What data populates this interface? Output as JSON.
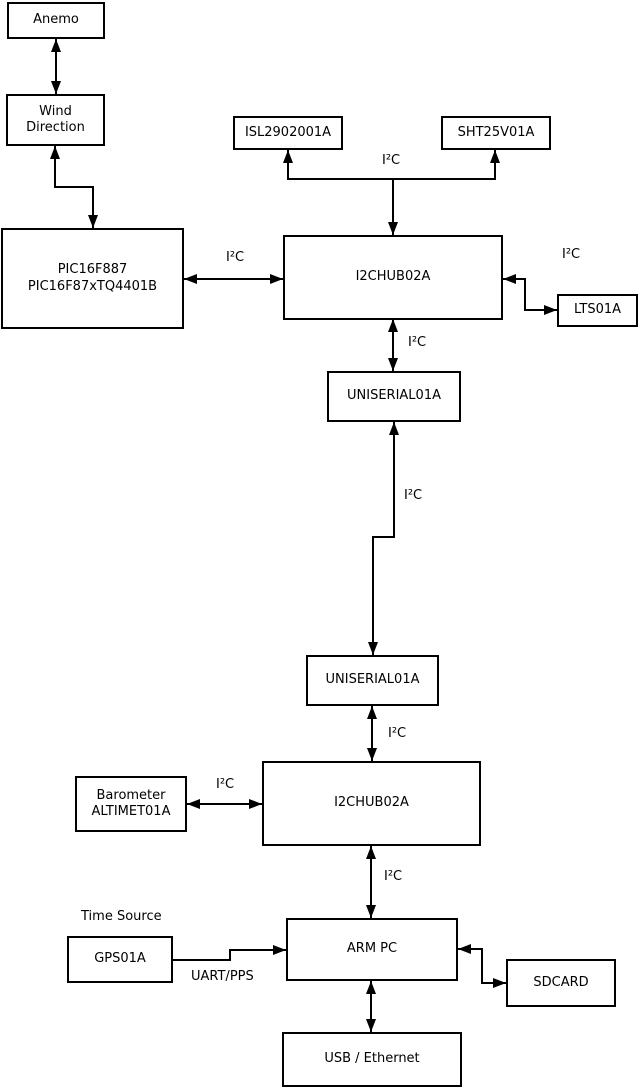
{
  "diagram": {
    "description": "Weather station hardware block diagram",
    "colors": {
      "background": "#ffffff",
      "box_fill": "#ffffff",
      "line": "#000000",
      "text": "#000000"
    }
  },
  "nodes": {
    "anemo": {
      "label": "Anemo"
    },
    "wind_direction": {
      "label": "Wind\nDirection"
    },
    "pic": {
      "label": "PIC16F887\nPIC16F87xTQ4401B"
    },
    "isl": {
      "label": "ISL2902001A"
    },
    "sht": {
      "label": "SHT25V01A"
    },
    "hub1": {
      "label": "I2CHUB02A"
    },
    "lts": {
      "label": "LTS01A"
    },
    "uniserial1": {
      "label": "UNISERIAL01A"
    },
    "uniserial2": {
      "label": "UNISERIAL01A"
    },
    "barometer": {
      "label": "Barometer\nALTIMET01A"
    },
    "hub2": {
      "label": "I2CHUB02A"
    },
    "gps": {
      "label": "GPS01A"
    },
    "arm_pc": {
      "label": "ARM PC"
    },
    "sdcard": {
      "label": "SDCARD"
    },
    "usb_ethernet": {
      "label": "USB / Ethernet"
    }
  },
  "edge_labels": {
    "i2c_top_bus": "I²C",
    "i2c_pic_hub1": "I²C",
    "i2c_hub1_lts": "I²C",
    "i2c_hub1_uniserial1": "I²C",
    "i2c_uniserial_link": "I²C",
    "i2c_uniserial2_hub2": "I²C",
    "i2c_barometer_hub2": "I²C",
    "i2c_hub2_armpc": "I²C",
    "time_source": "Time Source",
    "uart_pps": "UART/PPS"
  }
}
